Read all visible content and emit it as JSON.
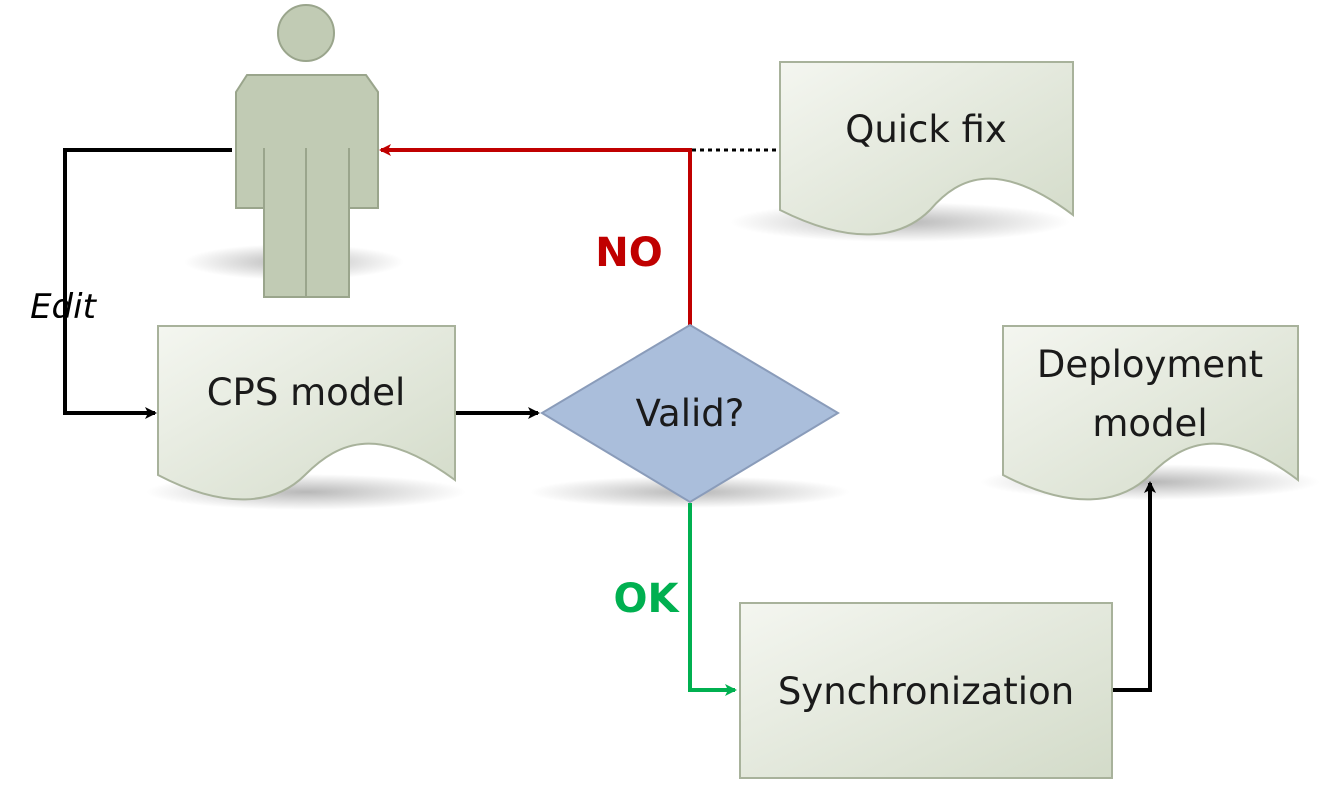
{
  "diagram": {
    "nodes": {
      "actor": {
        "shape": "person-icon"
      },
      "quick_fix": {
        "label": "Quick fix",
        "shape": "document"
      },
      "cps_model": {
        "label": "CPS model",
        "shape": "document"
      },
      "valid": {
        "label": "Valid?",
        "shape": "decision"
      },
      "deployment_model": {
        "label_line1": "Deployment",
        "label_line2": "model",
        "shape": "document"
      },
      "synchronization": {
        "label": "Synchronization",
        "shape": "process"
      }
    },
    "edges": {
      "edit": {
        "label": "Edit",
        "from": "actor",
        "to": "cps_model"
      },
      "cps_to_valid": {
        "from": "cps_model",
        "to": "valid"
      },
      "no": {
        "label": "NO",
        "from": "valid",
        "to": "actor"
      },
      "quick_fix_link": {
        "from": "quick_fix",
        "to": "no",
        "style": "dotted"
      },
      "ok": {
        "label": "OK",
        "from": "valid",
        "to": "synchronization"
      },
      "sync_to_deploy": {
        "from": "synchronization",
        "to": "deployment_model"
      }
    },
    "colors": {
      "node_fill": "#e3e8db",
      "node_fill_dark": "#c8d1bd",
      "node_stroke": "#a8b29b",
      "actor_fill": "#c1cbb4",
      "actor_stroke": "#9aa58c",
      "decision_fill": "#aabedb",
      "decision_stroke": "#8a9cba",
      "edge_default": "#000000",
      "edge_no": "#c00000",
      "edge_ok": "#00b050"
    }
  }
}
